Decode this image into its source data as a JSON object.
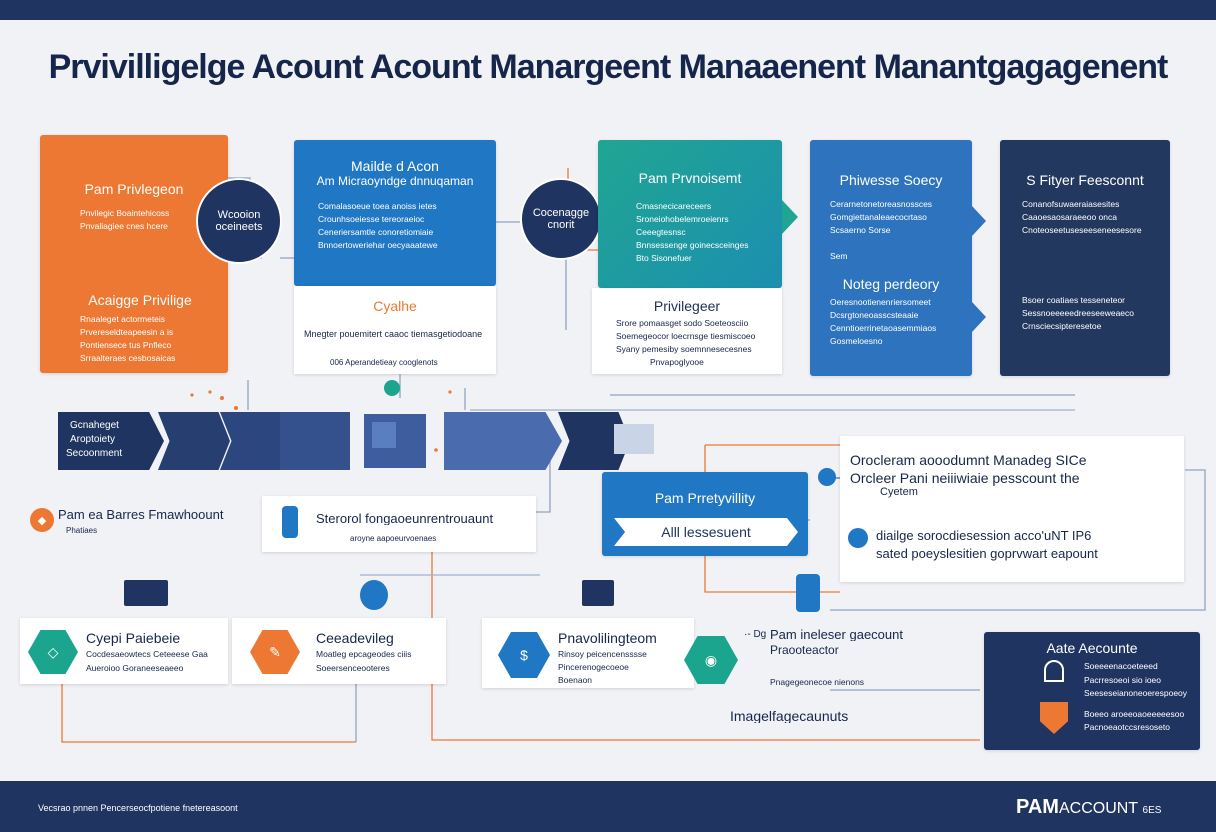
{
  "title": "Prvivilligelge Acount Acount Manargeent Manaaenent Manantgagagenent",
  "columns": [
    {
      "heading1": "Pam Privlegeon",
      "lines1": [
        "Pnvilegic Boaintehicoss",
        "Pnvaliagiee cnes hcere"
      ],
      "heading2": "Acaigge Privilige",
      "lines2": [
        "Rnaaleget actormeteis",
        "Prvereseldteapeesin a is",
        "Pontiensece tus Pnfleco",
        "Srraalteraes cesbosaicas"
      ]
    },
    {
      "heading1": "Mailde d Acon",
      "heading1b": "Am Micraoyndge dnnuqaman",
      "lines1": [
        "Comalasoeue toea anoiss ietes",
        "Crounhsoeiesse tereoraeioc",
        "Ceneriersamtle conoretiomiaie",
        "Bnnoertoweriehar oecyaaatewe"
      ],
      "card_heading": "Cyalhe",
      "card_line": "Mnegter pouemitert caaoc tiemasgetiodoane",
      "card_footer": "006 Aperandetieay cooglenots"
    },
    {
      "heading1": "Pam Prvnoisemt",
      "lines1": [
        "Cmasnecicareceers",
        "Sroneiohobelemroeienrs",
        "Ceeegtesnsc",
        "Bnnsessenge goinecsceinges",
        "Bto Sisonefuer"
      ],
      "card_heading": "Privilegeer",
      "card_lines": [
        "Srore pomaasget sodo Soeteosciio",
        "Soemegeocor loecrnsge tiesmiscoeo",
        "Syany pemesiby soemnnesecesnes",
        "Pnvapoglyooe"
      ]
    },
    {
      "heading1": "Phiwesse Soecy",
      "lines1": [
        "Cerarnetonetoreasnossces",
        "Gomgiettanaleaecocrtaso",
        "Scsaerno Sorse"
      ],
      "mid": "Sem",
      "heading2": "Noteg perdeory",
      "lines2": [
        "Oeresnootienenriersomeet",
        "Dcsrgtoneoasscsteaaie",
        "Cenntioerrinetaoasemmiaos",
        "Gosmeloesno"
      ]
    },
    {
      "heading1": "S Fityer Feesconnt",
      "lines1": [
        "Conanofsuwaeraiasesites",
        "Caaoesaosaraeeoo onca",
        "Cnoteoseetuseseeseneesesore"
      ],
      "lines2": [
        "Bsoer coatiaes tesseneteor",
        "Sessnoeeeeedreeseeweaeco",
        "Crnsciecsipteresetoe"
      ]
    }
  ],
  "circles": [
    {
      "line1": "Wcooion",
      "line2": "oceineets"
    },
    {
      "line1": "Cocenagge",
      "line2": "cnorit"
    }
  ],
  "chevrons": {
    "label": [
      "Gcnaheget",
      "Aroptoiety",
      "Secoonment"
    ]
  },
  "mid_row": {
    "pam_framework": "Pam ea Barres Fmawhoount",
    "pam_framework_sub": "Phatiaes",
    "storage_title": "Sterorol fongaoeunrentrouaunt",
    "storage_sub": "aroyne aapoeurvoenaes",
    "pam_box_title": "Pam Prretyvillity",
    "pam_box_sub": "Alll lessesuent",
    "right_card_title1": "Orocleram aooodumnt Manadeg SICe",
    "right_card_title2": "Orcleer Pani neiiiwiaie pesscount the",
    "right_card_title3": "Cyetem",
    "right_card_line1": "diailge sorocdiesession acco'uNT IP6",
    "right_card_line2": "sated poeyslesitien goprvwart eapount"
  },
  "bottom_row": [
    {
      "title": "Cyepi Paiebeie",
      "lines": [
        "Cocdesaeowtecs Ceteeese Gaa",
        "Aueroioo Goraneeseaeeo"
      ]
    },
    {
      "title": "Ceeadevileg",
      "lines": [
        "Moatleg epcageodes ciiis",
        "Soeersenceooteres"
      ]
    },
    {
      "title": "Pnavolilingteom",
      "lines": [
        "Rinsoy peicencensssse",
        "Pincerenogecoeoe",
        "Boenaon"
      ]
    },
    {
      "title": "Pam ineleser gaecount",
      "title2": "Praooteactor",
      "lines": [
        "Pnagegeonecoe nienons"
      ]
    }
  ],
  "labels": {
    "mid_right_mark": "·- Dg",
    "fragments": "Imagelfagecaunuts",
    "acce_title": "Aate Aecounte",
    "acce_lines": [
      "Soeeeenacoeteeed",
      "Pacrresoeoi sio ioeo",
      "Seeseseianoneoerespoeoy",
      "Boeeo aroeeoaoeeeeesoo",
      "Pacnoeaotccsresoseto"
    ]
  },
  "footer": {
    "left": "Vecsrao pnnen Pencerseocfpotiene fnetereasoont",
    "right_bold": "PAM",
    "right_light": "ACCOUNT",
    "right_small": "6ES"
  },
  "colors": {
    "navy": "#1f3461",
    "orange": "#ec7833",
    "blue": "#2077c3",
    "teal": "#20a592",
    "panel_blue": "#2d73be",
    "dark_panel": "#23385f"
  }
}
